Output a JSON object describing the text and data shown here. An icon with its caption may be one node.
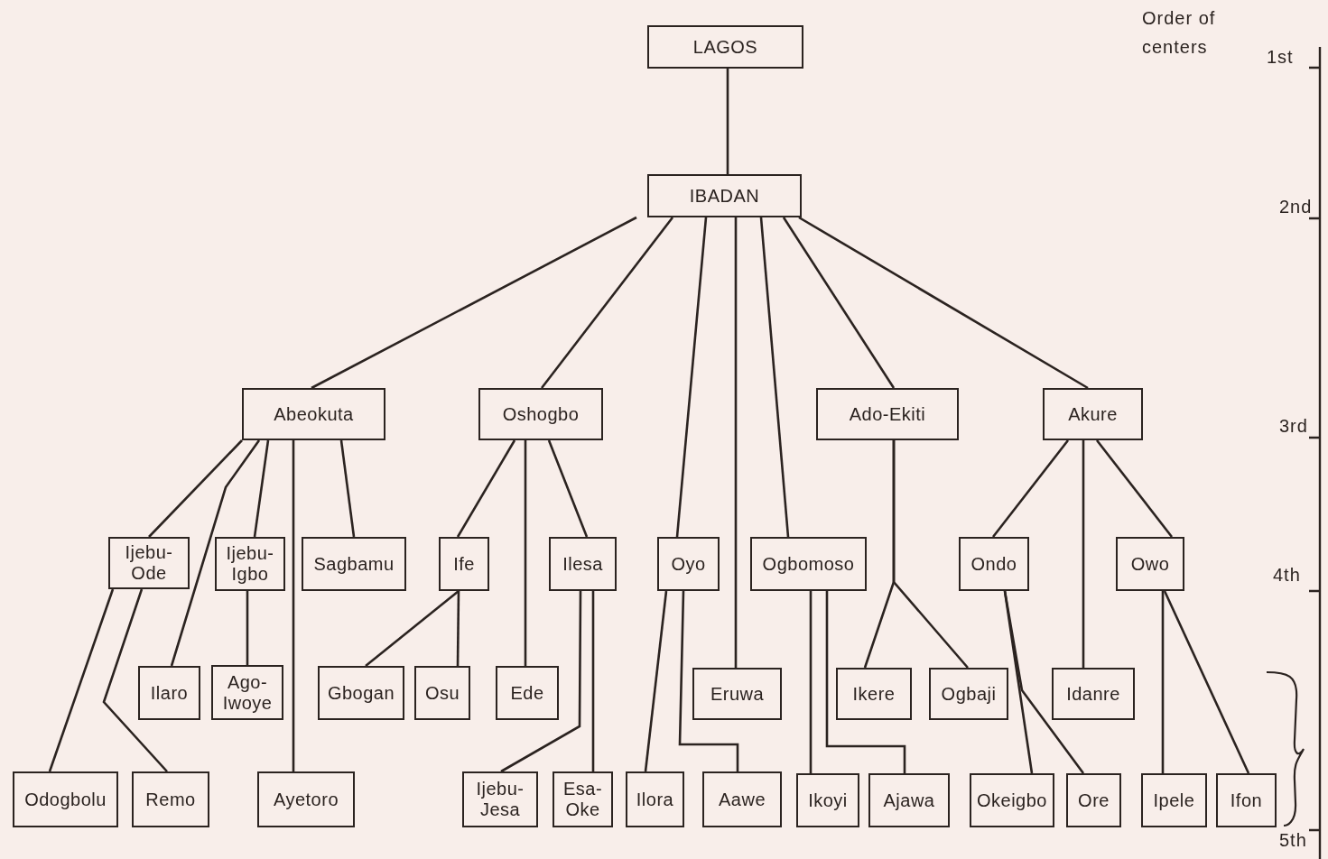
{
  "diagram": {
    "nodes": [
      {
        "text": [
          "LAGOS"
        ]
      },
      {
        "text": [
          "IBADAN"
        ]
      },
      {
        "text": [
          "Abeokuta"
        ]
      },
      {
        "text": [
          "Oshogbo"
        ]
      },
      {
        "text": [
          "Ado-Ekiti"
        ]
      },
      {
        "text": [
          "Akure"
        ]
      },
      {
        "text": [
          "Ijebu- Ode"
        ]
      },
      {
        "text": [
          "Ijebu- Igbo"
        ]
      },
      {
        "text": [
          "Sagbamu"
        ]
      },
      {
        "text": [
          "Ife"
        ]
      },
      {
        "text": [
          "Ilesa"
        ]
      },
      {
        "text": [
          "Oyo"
        ]
      },
      {
        "text": [
          "Ogbomoso"
        ]
      },
      {
        "text": [
          "Ondo"
        ]
      },
      {
        "text": [
          "Owo"
        ]
      },
      {
        "text": [
          "Ilaro"
        ]
      },
      {
        "text": [
          "Ago- Iwoye"
        ]
      },
      {
        "text": [
          "Gbogan"
        ]
      },
      {
        "text": [
          "Osu"
        ]
      },
      {
        "text": [
          "Ede"
        ]
      },
      {
        "text": [
          "Eruwa"
        ]
      },
      {
        "text": [
          "Ikere"
        ]
      },
      {
        "text": [
          "Ogbaji"
        ]
      },
      {
        "text": [
          "Idanre"
        ]
      },
      {
        "text": [
          "Odogbolu"
        ]
      },
      {
        "text": [
          "Remo"
        ]
      },
      {
        "text": [
          "Ayetoro"
        ]
      },
      {
        "text": [
          "Ijebu- Jesa"
        ]
      },
      {
        "text": [
          "Esa- Oke"
        ]
      },
      {
        "text": [
          "Ilora"
        ]
      },
      {
        "text": [
          "Aawe"
        ]
      },
      {
        "text": [
          "Ikoyi"
        ]
      },
      {
        "text": [
          "Ajawa"
        ]
      },
      {
        "text": [
          "Okeigbo"
        ]
      },
      {
        "text": [
          "Ore"
        ]
      },
      {
        "text": [
          "Ipele"
        ]
      },
      {
        "text": [
          "Ifon"
        ]
      }
    ],
    "edges": [
      {
        "from": 0,
        "to": 1,
        "arrow": "none"
      },
      {
        "from": 1,
        "to": 2,
        "arrow": "none"
      },
      {
        "from": 1,
        "to": 3,
        "arrow": "none"
      },
      {
        "from": 1,
        "to": 11,
        "arrow": "none"
      },
      {
        "from": 1,
        "to": 20,
        "arrow": "none"
      },
      {
        "from": 1,
        "to": 12,
        "arrow": "none"
      },
      {
        "from": 1,
        "to": 4,
        "arrow": "none"
      },
      {
        "from": 1,
        "to": 5,
        "arrow": "none"
      },
      {
        "from": 2,
        "to": 6,
        "arrow": "none"
      },
      {
        "from": 2,
        "to": 15,
        "arrow": "none"
      },
      {
        "from": 2,
        "to": 7,
        "arrow": "none"
      },
      {
        "from": 2,
        "to": 26,
        "arrow": "none"
      },
      {
        "from": 2,
        "to": 8,
        "arrow": "none"
      },
      {
        "from": 6,
        "to": 24,
        "arrow": "none"
      },
      {
        "from": 6,
        "to": 25,
        "arrow": "none"
      },
      {
        "from": 7,
        "to": 16,
        "arrow": "none"
      },
      {
        "from": 3,
        "to": 9,
        "arrow": "none"
      },
      {
        "from": 3,
        "to": 19,
        "arrow": "none"
      },
      {
        "from": 3,
        "to": 10,
        "arrow": "none"
      },
      {
        "from": 9,
        "to": 17,
        "arrow": "none"
      },
      {
        "from": 9,
        "to": 18,
        "arrow": "none"
      },
      {
        "from": 10,
        "to": 27,
        "arrow": "none"
      },
      {
        "from": 10,
        "to": 28,
        "arrow": "none"
      },
      {
        "from": 11,
        "to": 29,
        "arrow": "none"
      },
      {
        "from": 11,
        "to": 30,
        "arrow": "none"
      },
      {
        "from": 12,
        "to": 31,
        "arrow": "none"
      },
      {
        "from": 12,
        "to": 32,
        "arrow": "none"
      },
      {
        "from": 4,
        "to": 21,
        "arrow": "none"
      },
      {
        "from": 4,
        "to": 22,
        "arrow": "none"
      },
      {
        "from": 5,
        "to": 13,
        "arrow": "none"
      },
      {
        "from": 5,
        "to": 23,
        "arrow": "none"
      },
      {
        "from": 5,
        "to": 14,
        "arrow": "none"
      },
      {
        "from": 13,
        "to": 33,
        "arrow": "none"
      },
      {
        "from": 13,
        "to": 34,
        "arrow": "none"
      },
      {
        "from": 14,
        "to": 35,
        "arrow": "none"
      },
      {
        "from": 14,
        "to": 36,
        "arrow": "none"
      }
    ],
    "labels": [
      "Order of centers",
      "1st",
      "2nd",
      "3rd",
      "4th",
      "5th"
    ]
  }
}
